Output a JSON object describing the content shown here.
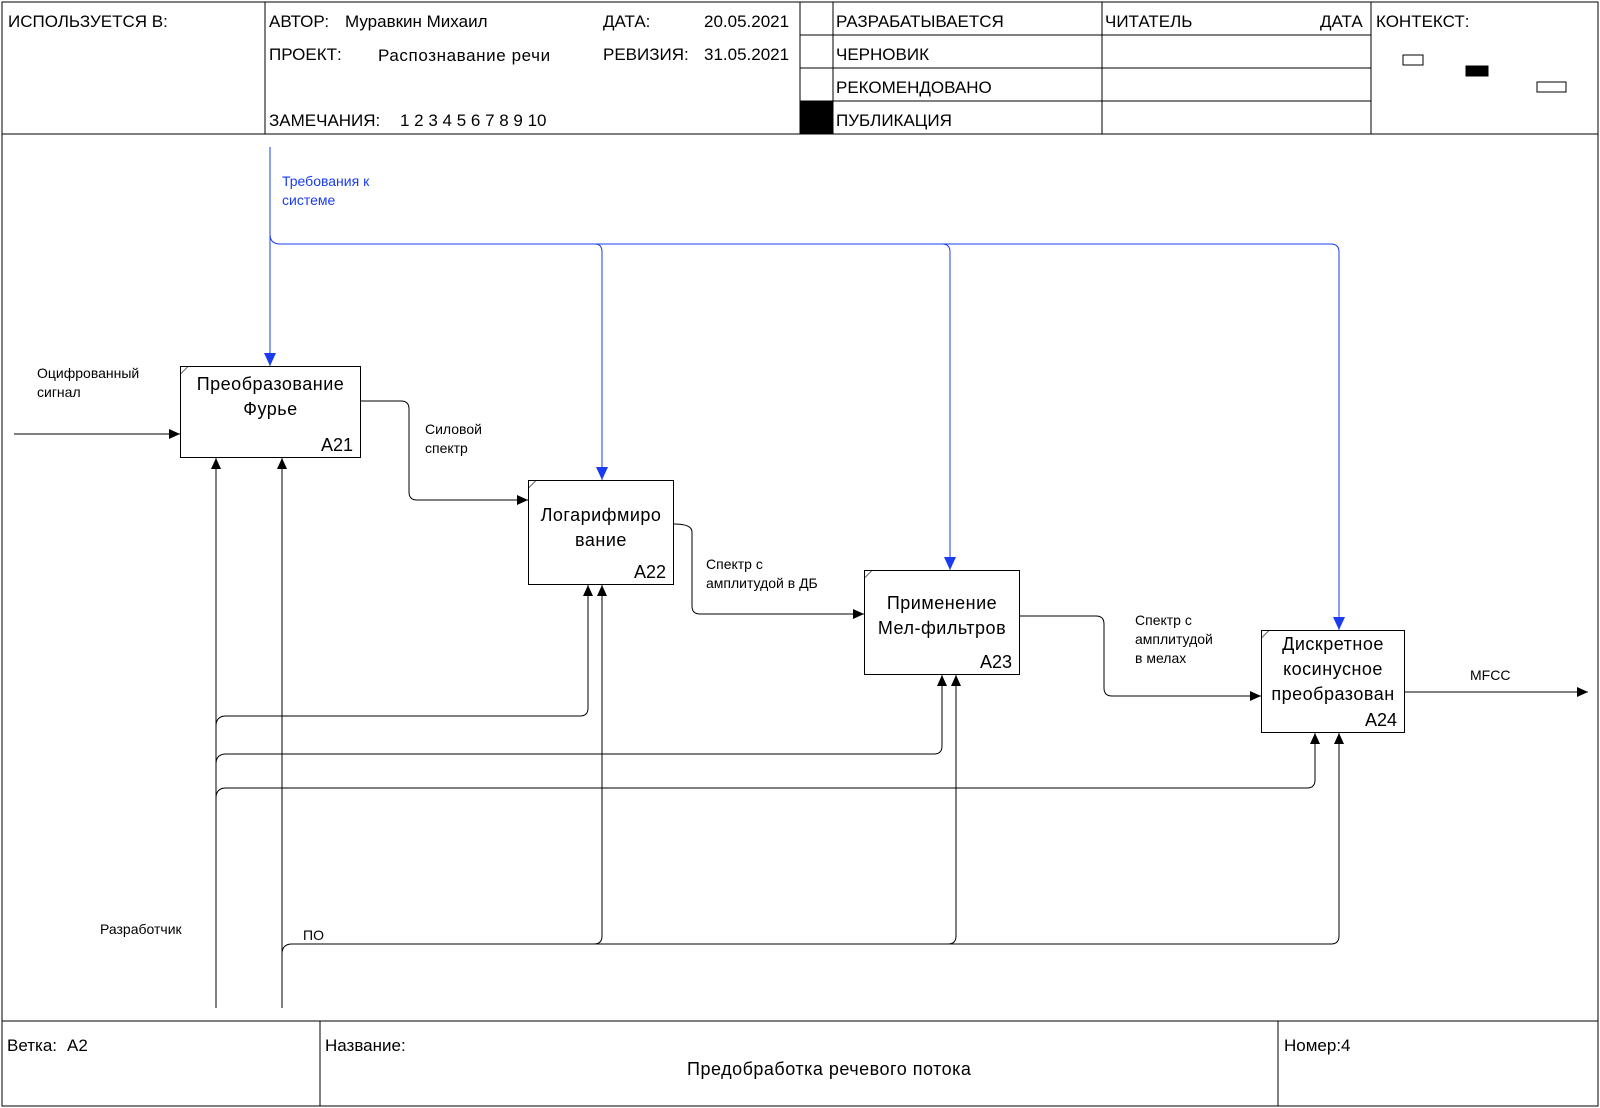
{
  "header": {
    "used_in_label": "ИСПОЛЬЗУЕТСЯ В:",
    "author_label": "АВТОР:",
    "author_value": "Муравкин Михаил",
    "project_label": "ПРОЕКТ:",
    "project_value": "Распознавание речи",
    "notes_label": "ЗАМЕЧАНИЯ:",
    "notes_value": "1 2 3 4 5 6 7 8 9 10",
    "date_label": "ДАТА:",
    "date_value": "20.05.2021",
    "revision_label": "РЕВИЗИЯ:",
    "revision_value": "31.05.2021",
    "status_working": "РАЗРАБАТЫВАЕТСЯ",
    "status_draft": "ЧЕРНОВИК",
    "status_recommended": "РЕКОМЕНДОВАНО",
    "status_publication": "ПУБЛИКАЦИЯ",
    "reader_label": "ЧИТАТЕЛЬ",
    "reader_date_label": "ДАТА",
    "context_label": "КОНТЕКСТ:"
  },
  "boxes": [
    {
      "title": "Преобразование\nФурье",
      "number": "A21"
    },
    {
      "title": "Логарифмиро\nвание",
      "number": "A22"
    },
    {
      "title": "Применение\nМел-фильтров",
      "number": "A23"
    },
    {
      "title": "Дискретное\nкосинусное\nпреобразован",
      "number": "A24"
    }
  ],
  "arrow_labels": {
    "requirements": "Требования к\nсистеме",
    "digitized_signal": "Оцифрованный\nсигнал",
    "power_spectrum": "Силовой\nспектр",
    "spectrum_db": "Спектр с\nамплитудой в ДБ",
    "spectrum_mel": "Спектр с\nамплитудой\nв мелах",
    "mfcc": "MFCC",
    "developer": "Разработчик",
    "software": "ПО"
  },
  "footer": {
    "node_label": "Ветка:",
    "node_value": "A2",
    "name_label": "Название:",
    "name_value": "Предобработка речевого потока",
    "number_label": "Номер:",
    "number_value": "4"
  },
  "colors": {
    "control_arrow": "#1a3cf0",
    "line": "#000000"
  }
}
